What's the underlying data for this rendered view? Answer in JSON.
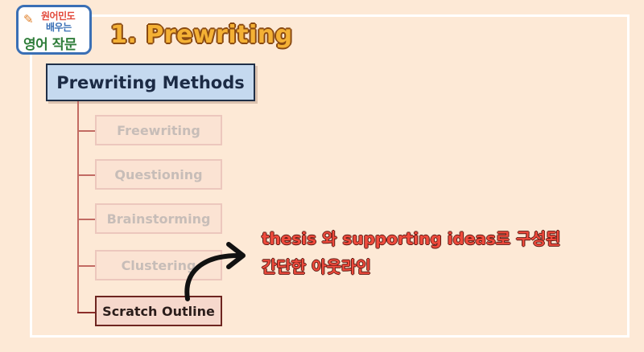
{
  "logo": {
    "line1": "원어민도",
    "line2": "배우는",
    "line3": "영어 작문"
  },
  "title": "1. Prewriting",
  "diagram": {
    "root": "Prewriting Methods",
    "methods": [
      "Freewriting",
      "Questioning",
      "Brainstorming",
      "Clustering",
      "Scratch Outline"
    ],
    "highlighted": "Scratch Outline"
  },
  "annotation": {
    "line1": "thesis 와 supporting ideas로 구성된",
    "line2": "간단한 아웃라인"
  },
  "colors": {
    "background": "#fde9d6",
    "title": "#f4b135",
    "root_fill": "#c5d9ef",
    "annotation": "#ef4a3c"
  }
}
